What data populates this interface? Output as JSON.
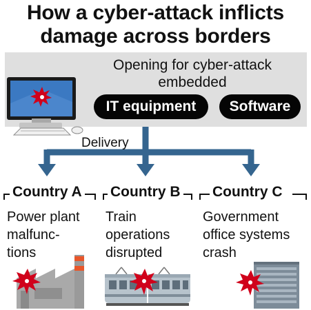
{
  "title": {
    "line1": "How a cyber-attack inflicts",
    "line2": "damage across borders"
  },
  "source": {
    "opening_line1": "Opening for cyber-attack",
    "opening_line2": "embedded",
    "pill_it": "IT equipment",
    "pill_software": "Software"
  },
  "delivery_label": "Delivery",
  "countries": [
    {
      "name": "Country A",
      "line1": "Power plant",
      "line2": "malfunc-",
      "line3": "tions",
      "icon": "factory-icon"
    },
    {
      "name": "Country B",
      "line1": "Train",
      "line2": "operations",
      "line3": "disrupted",
      "icon": "train-icon"
    },
    {
      "name": "Country C",
      "line1": "Government",
      "line2": "office systems",
      "line3": "crash",
      "icon": "office-building-icon"
    }
  ],
  "colors": {
    "arrow": "#35658f",
    "panel": "#dfdfdf",
    "explosion": "#d0021b",
    "monitor": "#3b79c2",
    "factory": "#9a9a9a",
    "chimney_stripe": "#e8562a",
    "train": "#b7c3cc",
    "building": "#7d8c99"
  }
}
